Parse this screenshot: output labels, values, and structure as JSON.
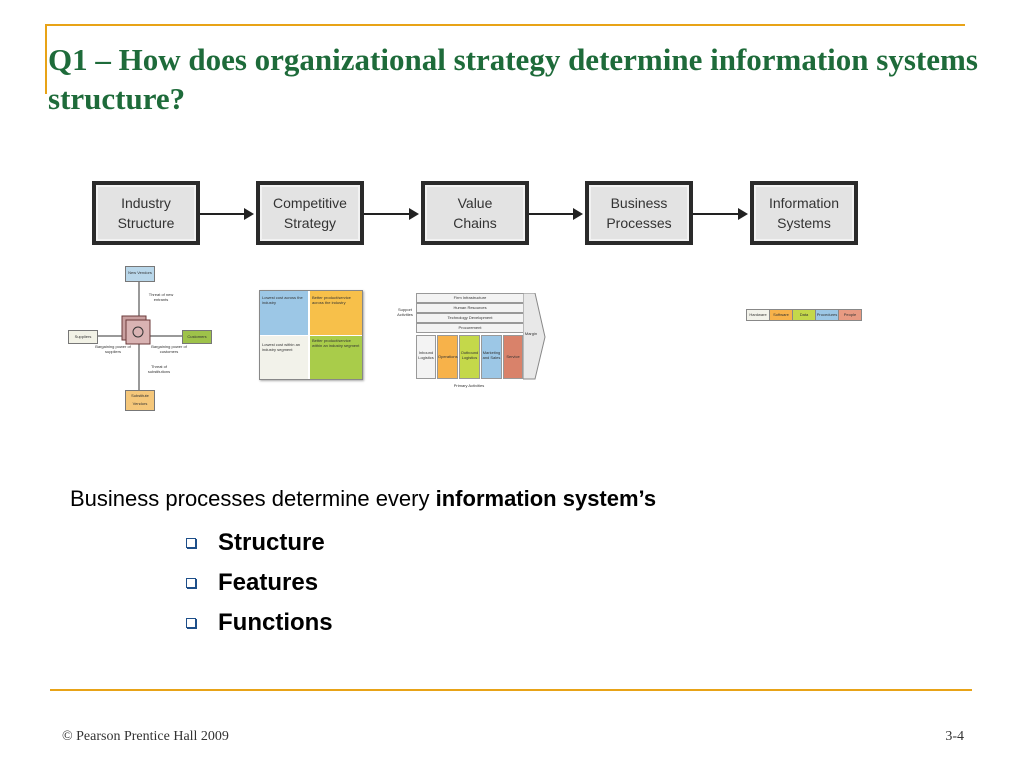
{
  "title": "Q1 – How does organizational strategy determine information systems structure?",
  "flow": [
    {
      "label": "Industry\nStructure"
    },
    {
      "label": "Competitive\nStrategy"
    },
    {
      "label": "Value\nChains"
    },
    {
      "label": "Business\nProcesses"
    },
    {
      "label": "Information\nSystems"
    }
  ],
  "five_forces": {
    "new_vendors": "New Vendors",
    "threat_new": "Threat of new entrants",
    "suppliers": "Suppliers",
    "customers": "Customers",
    "bp_suppliers": "Bargaining power of suppliers",
    "bp_customers": "Bargaining power of customers",
    "threat_sub": "Threat of substitutions",
    "substitute": "Substitute Vendors"
  },
  "strategy_grid": {
    "c1": "Lowest cost across the industry",
    "c2": "Better product/service across the industry",
    "c3": "Lowest cost within an industry segment",
    "c4": "Better product/service within an industry segment"
  },
  "value_chain": {
    "support_label": "Support Activities",
    "rows": [
      "Firm Infrastructure",
      "Human Resources",
      "Technology Development",
      "Procurement"
    ],
    "primary": [
      "Inbound Logistics",
      "Operations",
      "Outbound Logistics",
      "Marketing and Sales",
      "Service"
    ],
    "primary_label": "Primary Activities",
    "margin": "Margin"
  },
  "is_components": [
    "Hardware",
    "Software",
    "Data",
    "Procedures",
    "People"
  ],
  "body": {
    "lead": "Business processes determine every ",
    "lead_bold": "information system’s",
    "bullets": [
      "Structure",
      "Features",
      "Functions"
    ]
  },
  "footer": {
    "left": "© Pearson Prentice Hall 2009",
    "right": "3-4"
  }
}
